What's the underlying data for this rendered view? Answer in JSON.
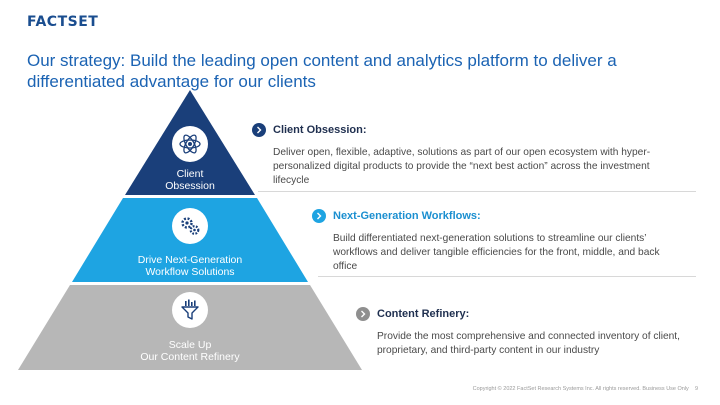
{
  "header": {
    "logo": "FACTSET",
    "title": "Our strategy: Build the leading open content and analytics platform to deliver a differentiated advantage for our clients"
  },
  "pyramid": {
    "tiers": [
      {
        "label": "Client\nObsession",
        "icon": "atom-icon",
        "color": "#1a3f7a"
      },
      {
        "label": "Drive Next-Generation\nWorkflow Solutions",
        "icon": "gears-icon",
        "color": "#1ea4e2"
      },
      {
        "label": "Scale Up\nOur Content Refinery",
        "icon": "funnel-chart-icon",
        "color": "#b7b7b7"
      }
    ]
  },
  "callouts": [
    {
      "heading": "Client Obsession:",
      "body": "Deliver open, flexible, adaptive, solutions as part of our open ecosystem with hyper-personalized digital products to provide the “next best action” across the investment lifecycle"
    },
    {
      "heading": "Next-Generation Workflows:",
      "body": "Build differentiated next-generation solutions to streamline our clients’ workflows and deliver tangible efficiencies for the front, middle, and back office"
    },
    {
      "heading": "Content Refinery:",
      "body": "Provide the most comprehensive and connected inventory of client, proprietary, and third-party content in our industry"
    }
  ],
  "footer": {
    "copyright": "Copyright © 2022 FactSet Research Systems Inc. All rights reserved. Business Use Only",
    "page_number": "9"
  }
}
